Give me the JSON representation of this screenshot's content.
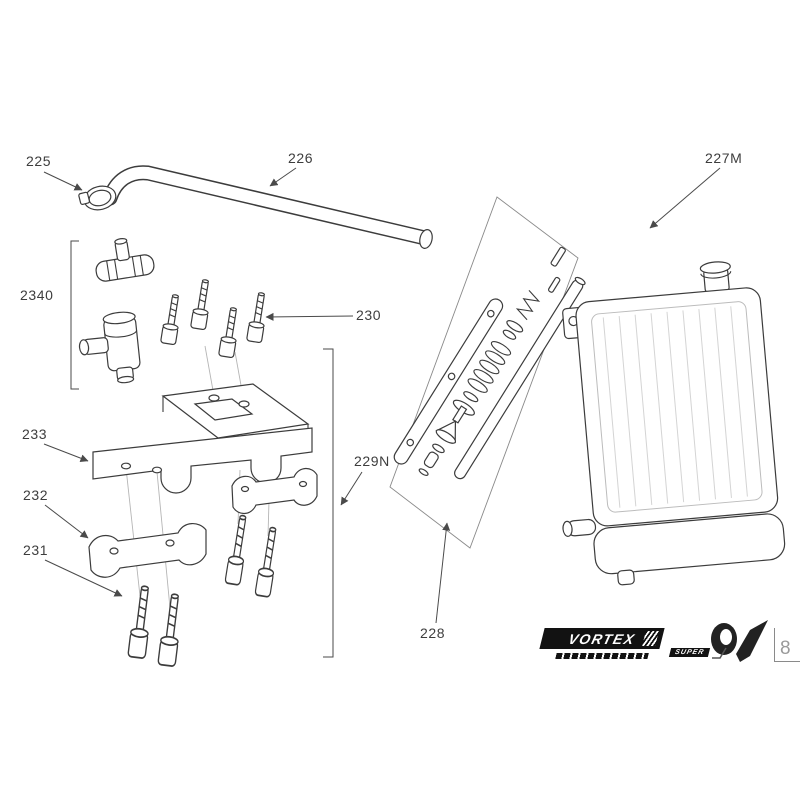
{
  "diagram": {
    "callouts": [
      {
        "id": "225",
        "label": "225"
      },
      {
        "id": "226",
        "label": "226"
      },
      {
        "id": "227M",
        "label": "227M"
      },
      {
        "id": "2340",
        "label": "2340"
      },
      {
        "id": "230",
        "label": "230"
      },
      {
        "id": "233",
        "label": "233"
      },
      {
        "id": "232",
        "label": "232"
      },
      {
        "id": "231",
        "label": "231"
      },
      {
        "id": "229N",
        "label": "229N"
      },
      {
        "id": "228",
        "label": "228"
      }
    ]
  },
  "footer": {
    "vortex_logo_text": "VORTEX",
    "super_label": "SUPER",
    "page_number": "8"
  },
  "colors": {
    "line_color": "#3c3c3c",
    "leader_color": "#4a4a4a",
    "label_color": "#3d3d3d",
    "logo_background": "#121212",
    "page_number_color": "#9a9a9a"
  }
}
